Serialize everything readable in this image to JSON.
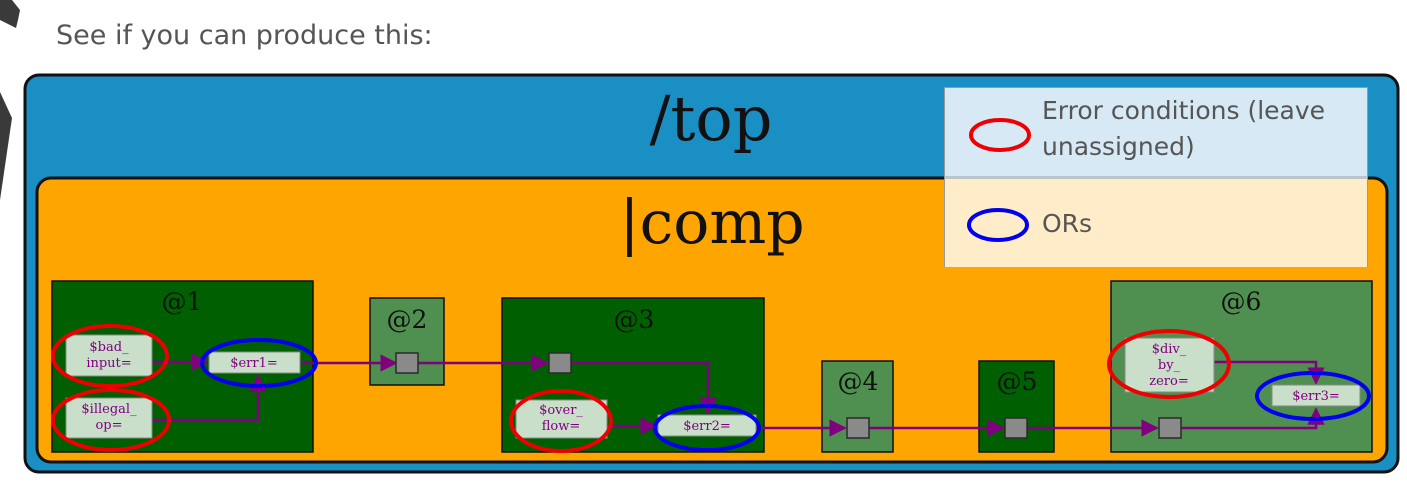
{
  "prompt": "See if you can produce this:",
  "colors": {
    "top_fill": "#1a8fc4",
    "comp_fill": "#ffa500",
    "stage_dark": "#005f00",
    "stage_medium": "#4f8f4f",
    "node_fill": "#c9dfc9",
    "node_text": "#800080",
    "wire": "#800080",
    "error_ring": "#ee0000",
    "or_ring": "#0000ee"
  },
  "diagram": {
    "top_label": "/top",
    "comp_label": "|comp",
    "stages": [
      {
        "id": "s1",
        "label": "@1"
      },
      {
        "id": "s2",
        "label": "@2"
      },
      {
        "id": "s3",
        "label": "@3"
      },
      {
        "id": "s4",
        "label": "@4"
      },
      {
        "id": "s5",
        "label": "@5"
      },
      {
        "id": "s6",
        "label": "@6"
      }
    ],
    "nodes": [
      {
        "id": "bad_input",
        "lines": [
          "$bad_",
          "input="
        ]
      },
      {
        "id": "illegal_op",
        "lines": [
          "$illegal_",
          "op="
        ]
      },
      {
        "id": "err1",
        "lines": [
          "$err1="
        ]
      },
      {
        "id": "over_flow",
        "lines": [
          "$over_",
          "flow="
        ]
      },
      {
        "id": "err2",
        "lines": [
          "$err2="
        ]
      },
      {
        "id": "div_by_zero",
        "lines": [
          "$div_",
          "by_",
          "zero="
        ]
      },
      {
        "id": "err3",
        "lines": [
          "$err3="
        ]
      }
    ]
  },
  "legend": {
    "items": [
      {
        "label": "Error conditions (leave unassigned)",
        "kind": "error"
      },
      {
        "label": "ORs",
        "kind": "or"
      }
    ]
  }
}
